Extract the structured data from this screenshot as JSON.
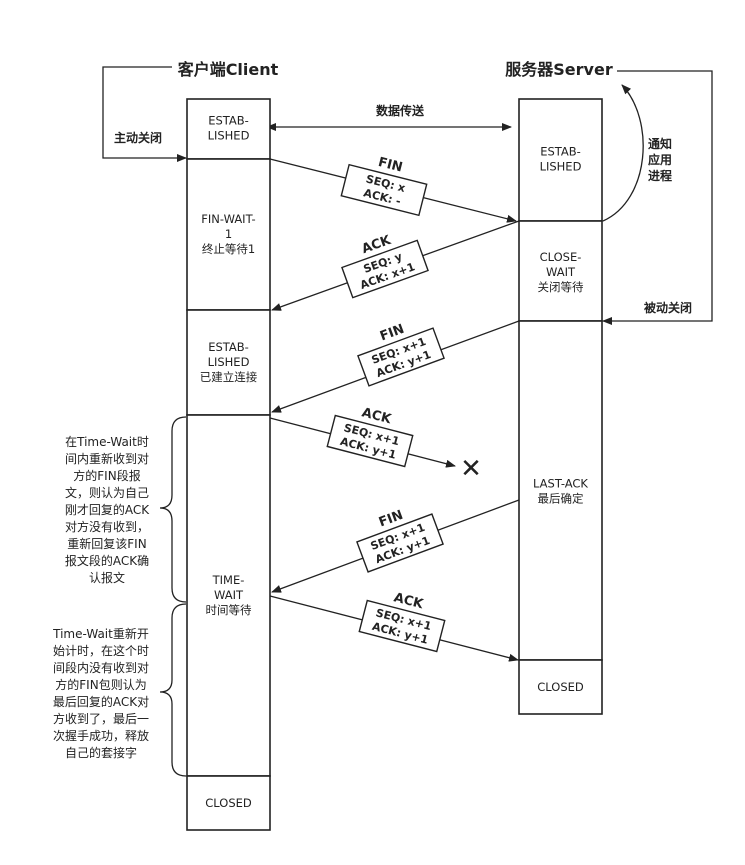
{
  "client_title": "客户端Client",
  "server_title": "服务器Server",
  "data_transfer": "数据传送",
  "active_close": "主动关闭",
  "passive_close": "被动关闭",
  "notify_app": [
    "通知",
    "应用",
    "进程"
  ],
  "client_states": [
    {
      "lines": [
        "ESTAB-",
        "LISHED"
      ]
    },
    {
      "lines": [
        "FIN-WAIT-",
        "1",
        "终止等待1"
      ]
    },
    {
      "lines": [
        "ESTAB-",
        "LISHED",
        "已建立连接"
      ]
    },
    {
      "lines": [
        "TIME-",
        "WAIT",
        "时间等待"
      ]
    },
    {
      "lines": [
        "CLOSED"
      ]
    }
  ],
  "server_states": [
    {
      "lines": [
        "ESTAB-",
        "LISHED"
      ]
    },
    {
      "lines": [
        "CLOSE-",
        "WAIT",
        "关闭等待"
      ]
    },
    {
      "lines": [
        "LAST-ACK",
        "最后确定"
      ]
    },
    {
      "lines": [
        "CLOSED"
      ]
    }
  ],
  "messages": [
    {
      "name": "FIN",
      "lines": [
        "SEQ: x",
        "ACK: -"
      ]
    },
    {
      "name": "ACK",
      "lines": [
        "SEQ: y",
        "ACK: x+1"
      ]
    },
    {
      "name": "FIN",
      "lines": [
        "SEQ: x+1",
        "ACK: y+1"
      ]
    },
    {
      "name": "ACK",
      "lines": [
        "SEQ: x+1",
        "ACK: y+1"
      ]
    },
    {
      "name": "FIN",
      "lines": [
        "SEQ: x+1",
        "ACK: y+1"
      ]
    },
    {
      "name": "ACK",
      "lines": [
        "SEQ: x+1",
        "ACK: y+1"
      ]
    }
  ],
  "lost_mark": "✕",
  "note_retransmit": [
    "在Time-Wait时",
    "间内重新收到对",
    "方的FIN段报",
    "文，则认为自己",
    "刚才回复的ACK",
    "对方没有收到，",
    "重新回复该FIN",
    "报文段的ACK确",
    "认报文"
  ],
  "note_restart": [
    "Time-Wait重新开",
    "始计时，在这个时",
    "间段内没有收到对",
    "方的FIN包则认为",
    "最后回复的ACK对",
    "方收到了，最后一",
    "次握手成功，释放",
    "自己的套接字"
  ]
}
